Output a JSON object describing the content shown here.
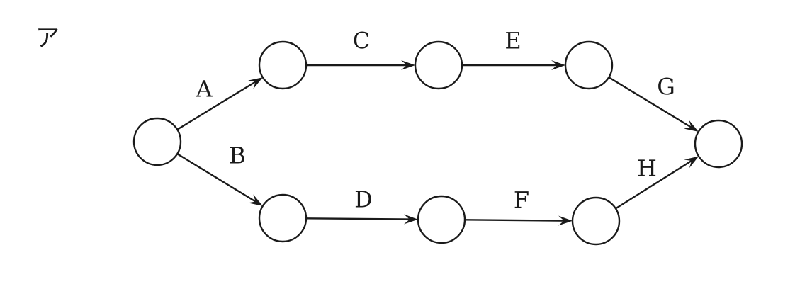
{
  "diagram": {
    "figure_label": "ア",
    "nodes": [
      {
        "id": "n1"
      },
      {
        "id": "n2"
      },
      {
        "id": "n3"
      },
      {
        "id": "n4"
      },
      {
        "id": "n5"
      },
      {
        "id": "n6"
      },
      {
        "id": "n7"
      },
      {
        "id": "n8"
      },
      {
        "id": "n9"
      }
    ],
    "edges": [
      {
        "label": "A",
        "from": "n1",
        "to": "n2"
      },
      {
        "label": "B",
        "from": "n1",
        "to": "n6"
      },
      {
        "label": "C",
        "from": "n2",
        "to": "n3"
      },
      {
        "label": "D",
        "from": "n6",
        "to": "n7"
      },
      {
        "label": "E",
        "from": "n3",
        "to": "n4"
      },
      {
        "label": "F",
        "from": "n7",
        "to": "n8"
      },
      {
        "label": "G",
        "from": "n4",
        "to": "n5"
      },
      {
        "label": "H",
        "from": "n8",
        "to": "n5"
      }
    ]
  }
}
